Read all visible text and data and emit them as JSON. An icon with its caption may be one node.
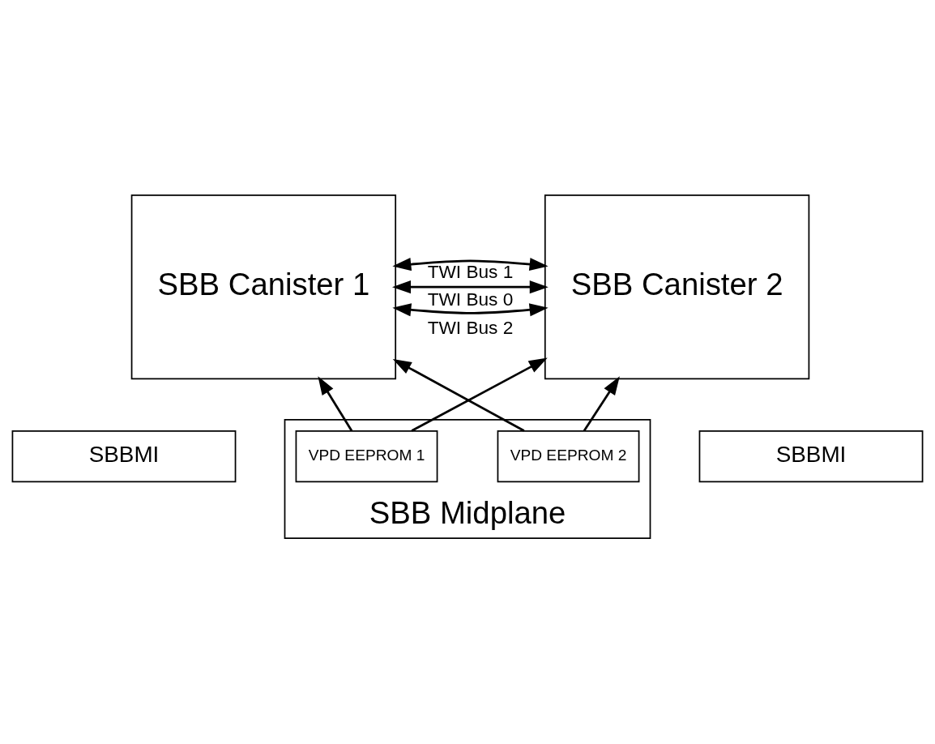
{
  "diagram": {
    "nodes": [
      {
        "text": [
          "SBB Canister 1"
        ]
      },
      {
        "text": [
          "SBB Canister 2"
        ]
      },
      {
        "text": [
          "SBBMI"
        ]
      },
      {
        "text": [
          "SBBMI"
        ]
      },
      {
        "text": [
          "SBB Midplane"
        ]
      },
      {
        "text": [
          "VPD EEPROM 1"
        ],
        "in": 4
      },
      {
        "text": [
          "VPD EEPROM 2"
        ],
        "in": 4
      }
    ],
    "edges": [
      {
        "from": 0,
        "to": 1,
        "arrow": "both",
        "label": "TWI Bus 0"
      },
      {
        "from": 0,
        "to": 1,
        "arrow": "both",
        "label": "TWI Bus 1"
      },
      {
        "from": 0,
        "to": 1,
        "arrow": "both",
        "label": "TWI Bus 2"
      },
      {
        "from": 5,
        "to": 0,
        "arrow": "to"
      },
      {
        "from": 5,
        "to": 1,
        "arrow": "to"
      },
      {
        "from": 6,
        "to": 0,
        "arrow": "to"
      },
      {
        "from": 6,
        "to": 1,
        "arrow": "to"
      }
    ]
  }
}
